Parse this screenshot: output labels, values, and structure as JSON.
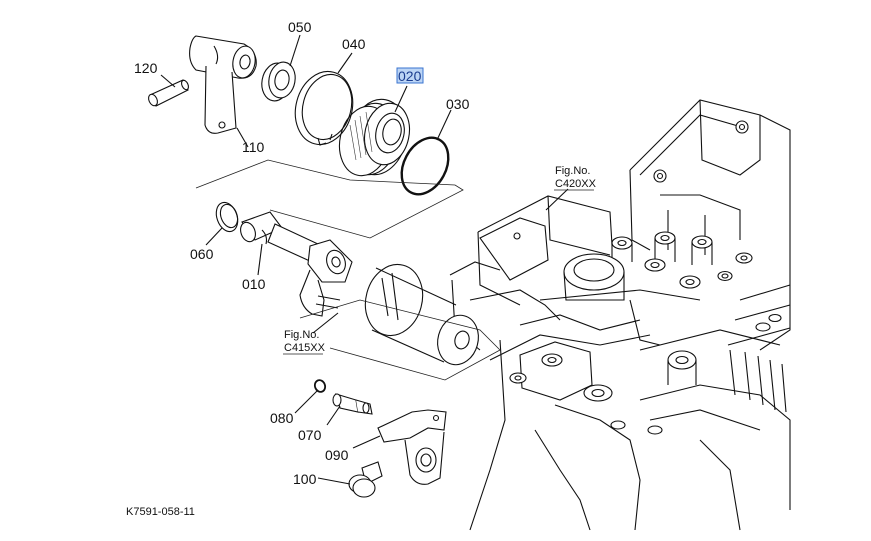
{
  "callouts": [
    {
      "id": "050",
      "text": "050"
    },
    {
      "id": "040",
      "text": "040"
    },
    {
      "id": "020",
      "text": "020",
      "highlighted": true
    },
    {
      "id": "030",
      "text": "030"
    },
    {
      "id": "120",
      "text": "120"
    },
    {
      "id": "110",
      "text": "110"
    },
    {
      "id": "060",
      "text": "060"
    },
    {
      "id": "010",
      "text": "010"
    },
    {
      "id": "080",
      "text": "080"
    },
    {
      "id": "070",
      "text": "070"
    },
    {
      "id": "090",
      "text": "090"
    },
    {
      "id": "100",
      "text": "100"
    }
  ],
  "figure_refs": [
    {
      "line1": "Fig.No.",
      "line2": "C420XX"
    },
    {
      "line1": "Fig.No.",
      "line2": "C415XX"
    }
  ],
  "drawing_code": "K7591-058-11",
  "colors": {
    "highlight_fill": "#bcd5f5",
    "highlight_stroke": "#3a74d0",
    "line": "#111111"
  }
}
